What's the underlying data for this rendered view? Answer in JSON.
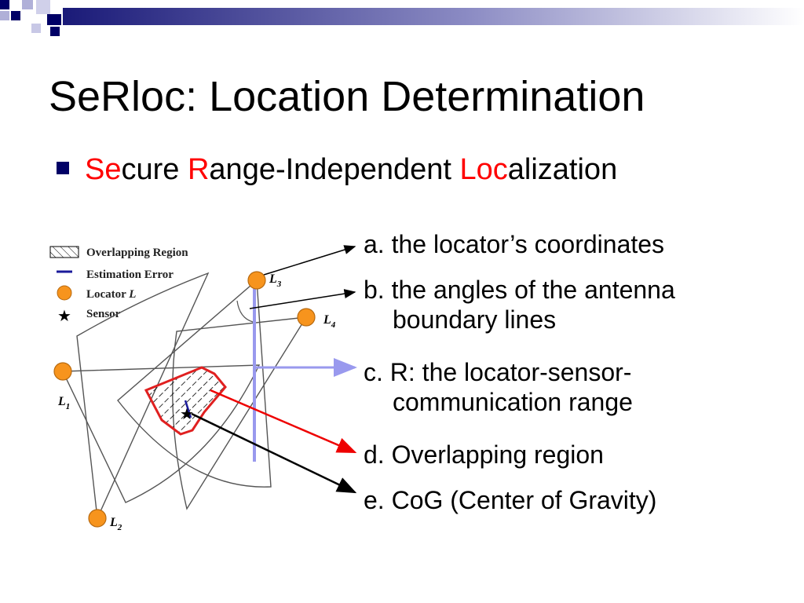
{
  "slide": {
    "title": "SeRloc: Location Determination",
    "bullet": [
      {
        "text": "Se",
        "red": true
      },
      {
        "text": "cure ",
        "red": false
      },
      {
        "text": "R",
        "red": true
      },
      {
        "text": "ange-Independent ",
        "red": false
      },
      {
        "text": "Loc",
        "red": true
      },
      {
        "text": "alization",
        "red": false
      }
    ],
    "items": {
      "a": "a. the locator’s coordinates",
      "b1": "b. the angles of the antenna",
      "b2": "boundary lines",
      "c1": "c. R: the locator-sensor-",
      "c2": "communication range",
      "d": "d. Overlapping region",
      "e": "e. CoG (Center of Gravity)"
    }
  },
  "diagram": {
    "legend": {
      "overlap": "Overlapping Region",
      "error": "Estimation Error",
      "locator": "Locator",
      "locator_var": "L",
      "sensor": "Sensor"
    },
    "locators": {
      "l1": "L",
      "l1_sub": "1",
      "l2": "L",
      "l2_sub": "2",
      "l3": "L",
      "l3_sub": "3",
      "l4": "L",
      "l4_sub": "4"
    },
    "colors": {
      "locator_fill": "#f7941d",
      "overlap_outline": "#e02020",
      "range_line": "#9999ee",
      "arrow_red": "#ee0000",
      "arrow_black": "#000000",
      "bullet": "#000066"
    }
  }
}
